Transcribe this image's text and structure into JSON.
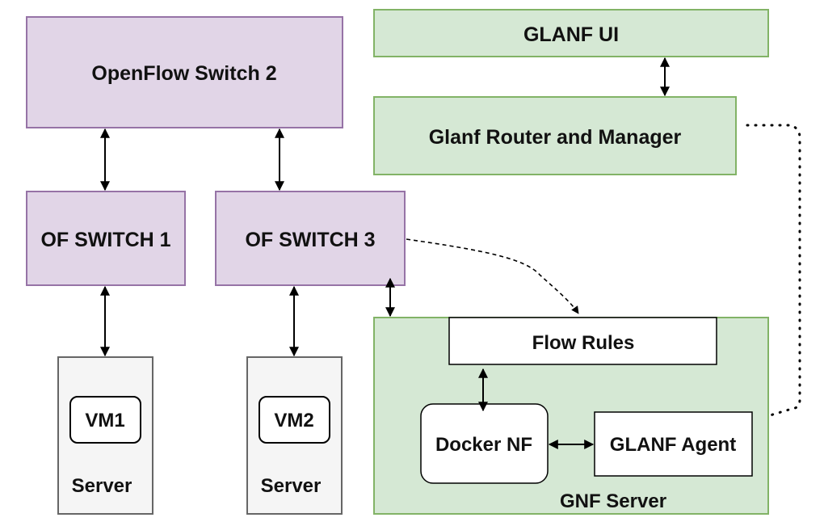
{
  "nodes": {
    "openflow_switch_2": "OpenFlow Switch 2",
    "of_switch_1": "OF SWITCH 1",
    "of_switch_3": "OF SWITCH 3",
    "glanf_ui": "GLANF UI",
    "glanf_router_manager": "Glanf Router and Manager",
    "flow_rules": "Flow Rules",
    "docker_nf": "Docker NF",
    "glanf_agent": "GLANF Agent",
    "gnf_server": "GNF Server",
    "vm1": "VM1",
    "vm2": "VM2",
    "server_1": "Server",
    "server_2": "Server"
  },
  "colors": {
    "switch_fill": "#e1d5e7",
    "switch_stroke": "#9673a6",
    "glanf_fill": "#d5e8d4",
    "glanf_stroke": "#82b366",
    "server_fill": "#f5f5f5",
    "server_stroke": "#666666"
  }
}
